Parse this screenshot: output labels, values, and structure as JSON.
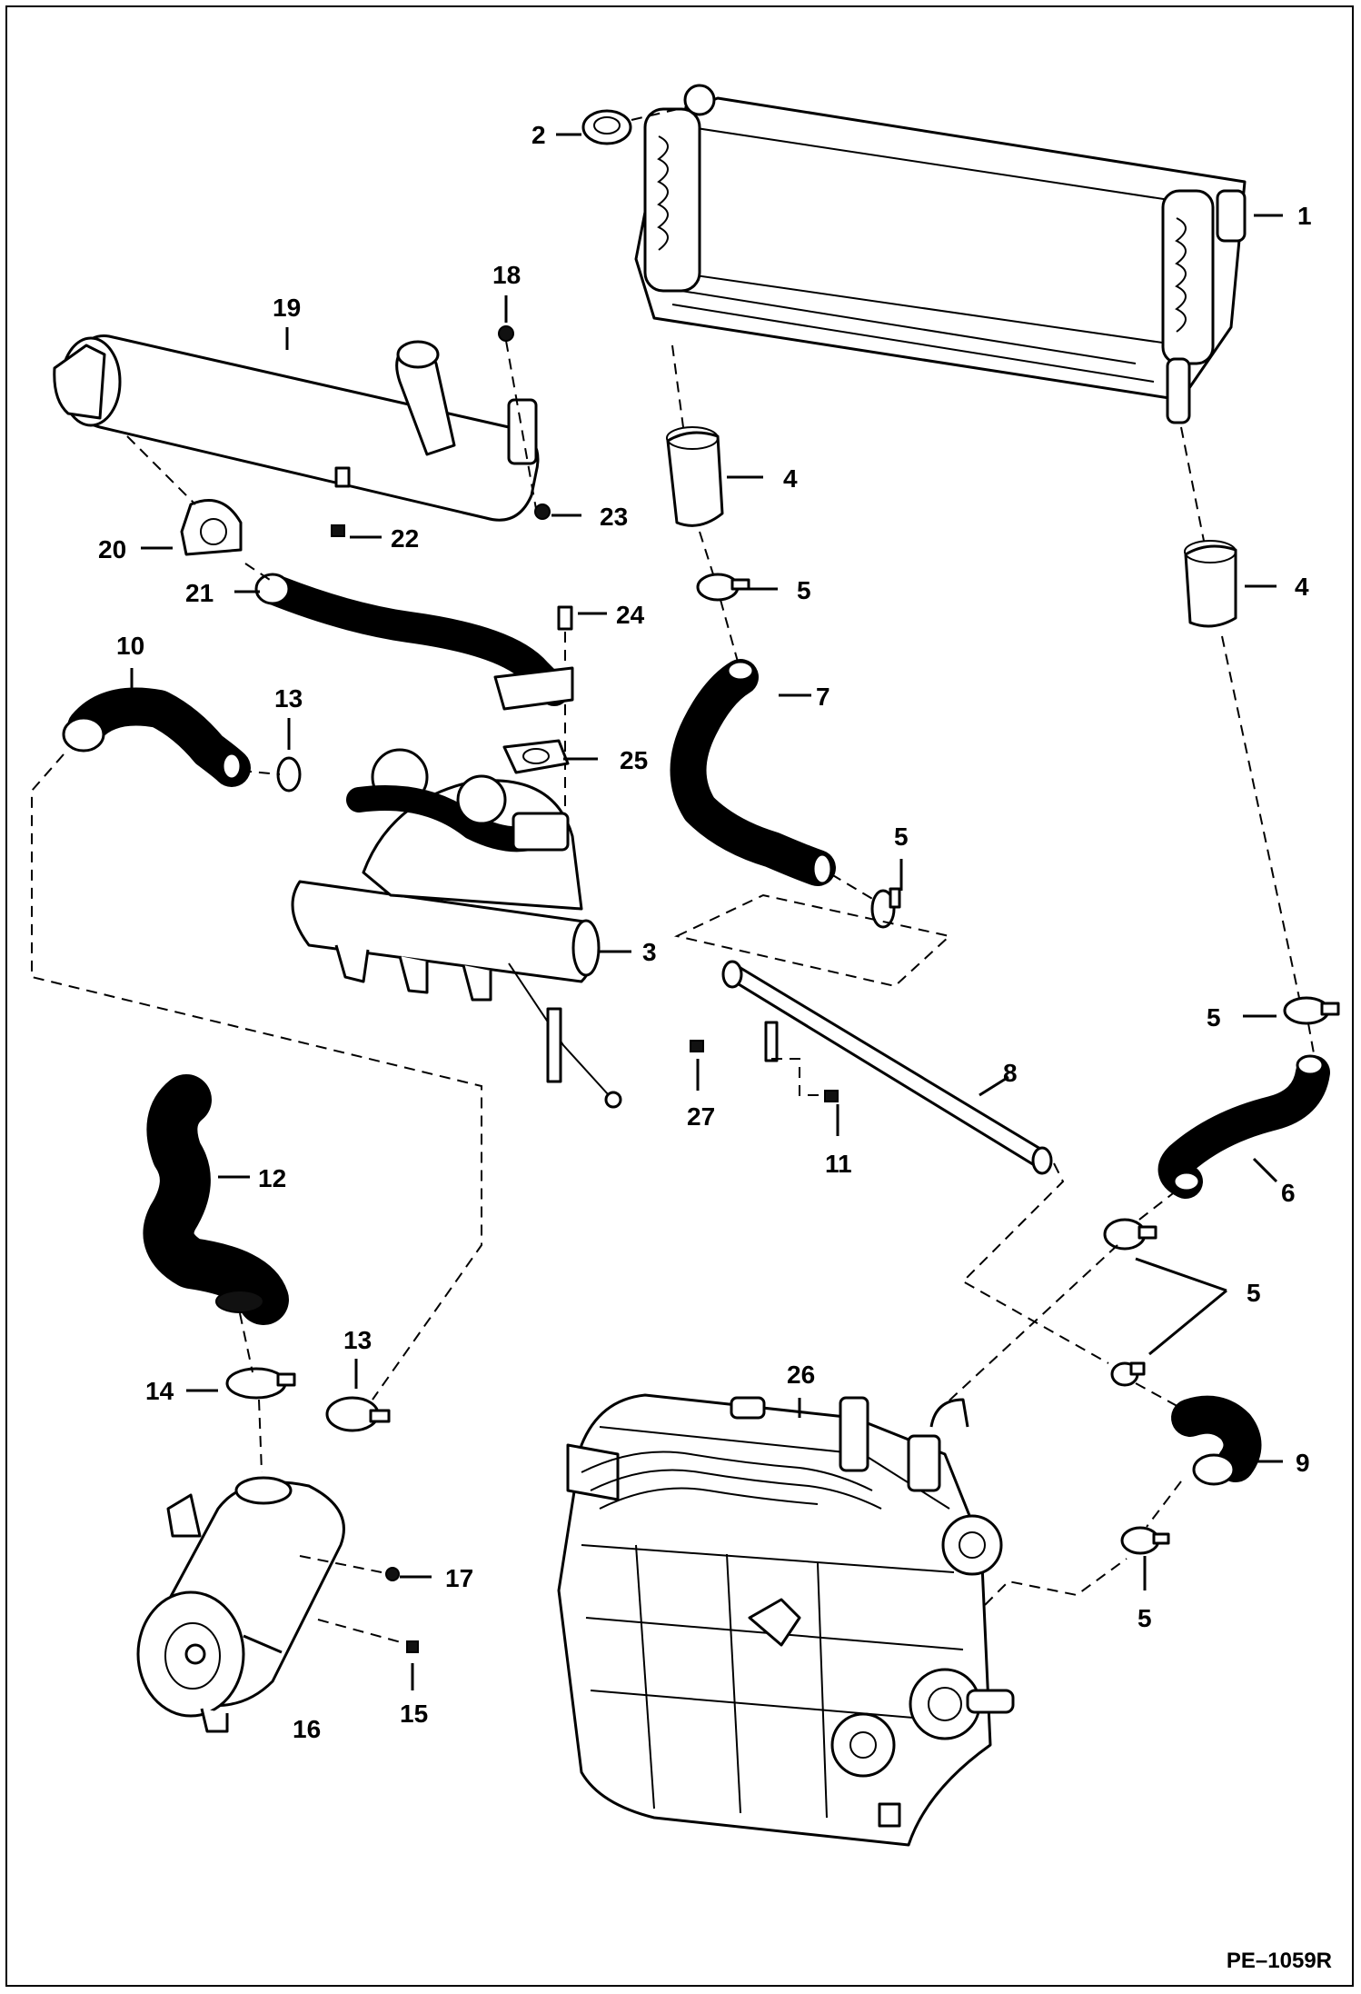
{
  "drawing_id": "PE–1059R",
  "callouts": [
    {
      "id": "c1",
      "label": "1"
    },
    {
      "id": "c2",
      "label": "2"
    },
    {
      "id": "c3",
      "label": "3"
    },
    {
      "id": "c4a",
      "label": "4"
    },
    {
      "id": "c4b",
      "label": "4"
    },
    {
      "id": "c5a",
      "label": "5"
    },
    {
      "id": "c5b",
      "label": "5"
    },
    {
      "id": "c5c",
      "label": "5"
    },
    {
      "id": "c5d",
      "label": "5"
    },
    {
      "id": "c5e",
      "label": "5"
    },
    {
      "id": "c6",
      "label": "6"
    },
    {
      "id": "c7",
      "label": "7"
    },
    {
      "id": "c8",
      "label": "8"
    },
    {
      "id": "c9",
      "label": "9"
    },
    {
      "id": "c10",
      "label": "10"
    },
    {
      "id": "c11",
      "label": "11"
    },
    {
      "id": "c12",
      "label": "12"
    },
    {
      "id": "c13a",
      "label": "13"
    },
    {
      "id": "c13b",
      "label": "13"
    },
    {
      "id": "c14",
      "label": "14"
    },
    {
      "id": "c15",
      "label": "15"
    },
    {
      "id": "c16",
      "label": "16"
    },
    {
      "id": "c17",
      "label": "17"
    },
    {
      "id": "c18",
      "label": "18"
    },
    {
      "id": "c19",
      "label": "19"
    },
    {
      "id": "c20",
      "label": "20"
    },
    {
      "id": "c21",
      "label": "21"
    },
    {
      "id": "c22",
      "label": "22"
    },
    {
      "id": "c23",
      "label": "23"
    },
    {
      "id": "c24",
      "label": "24"
    },
    {
      "id": "c25",
      "label": "25"
    },
    {
      "id": "c26",
      "label": "26"
    },
    {
      "id": "c27",
      "label": "27"
    }
  ]
}
